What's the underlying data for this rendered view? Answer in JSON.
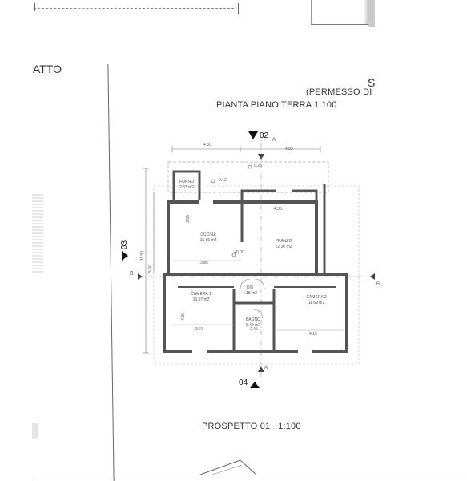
{
  "sheet": {
    "left_label": "ATTO",
    "right_label_letter": "S",
    "permit_text": "(PERMESSO DI",
    "plan_title": "PIANTA PIANO TERRA 1:100",
    "elevation_title": "PROSPETTO 01   1:100"
  },
  "markers": {
    "top": "02",
    "left": "03",
    "bottom": "04",
    "section_a_top": "A",
    "section_a_bottom": "A",
    "section_b_left": "B",
    "section_b_right": "B"
  },
  "rooms": [
    {
      "name": "FORNO",
      "area": "2.33 m2"
    },
    {
      "name": "CUCINA",
      "area": "15.86 m2"
    },
    {
      "name": "PRANZO",
      "area": "22.30 m2"
    },
    {
      "name": "DIS",
      "area": "4.18 m2"
    },
    {
      "name": "CAMERA 1",
      "area": "16.57 m2"
    },
    {
      "name": "BAGNO",
      "area": "6.49 m2"
    },
    {
      "name": "CAMERA 2",
      "area": "11.69 m2"
    }
  ],
  "dimensions": {
    "top_left": "4.30",
    "top_right": "4.85",
    "level_1": "- 0.25",
    "level_2": "- 0.12",
    "pranzo_width": "4.35",
    "cucina_depth": "3.85",
    "cucina_width": "3.85",
    "level_3": "+0.00",
    "left_overall": "11.50",
    "left_upper": "5.50",
    "camera1_depth": "4.30",
    "camera1_width": "3.67",
    "bagno_width": "2.45",
    "camera2_width": "4.15"
  }
}
